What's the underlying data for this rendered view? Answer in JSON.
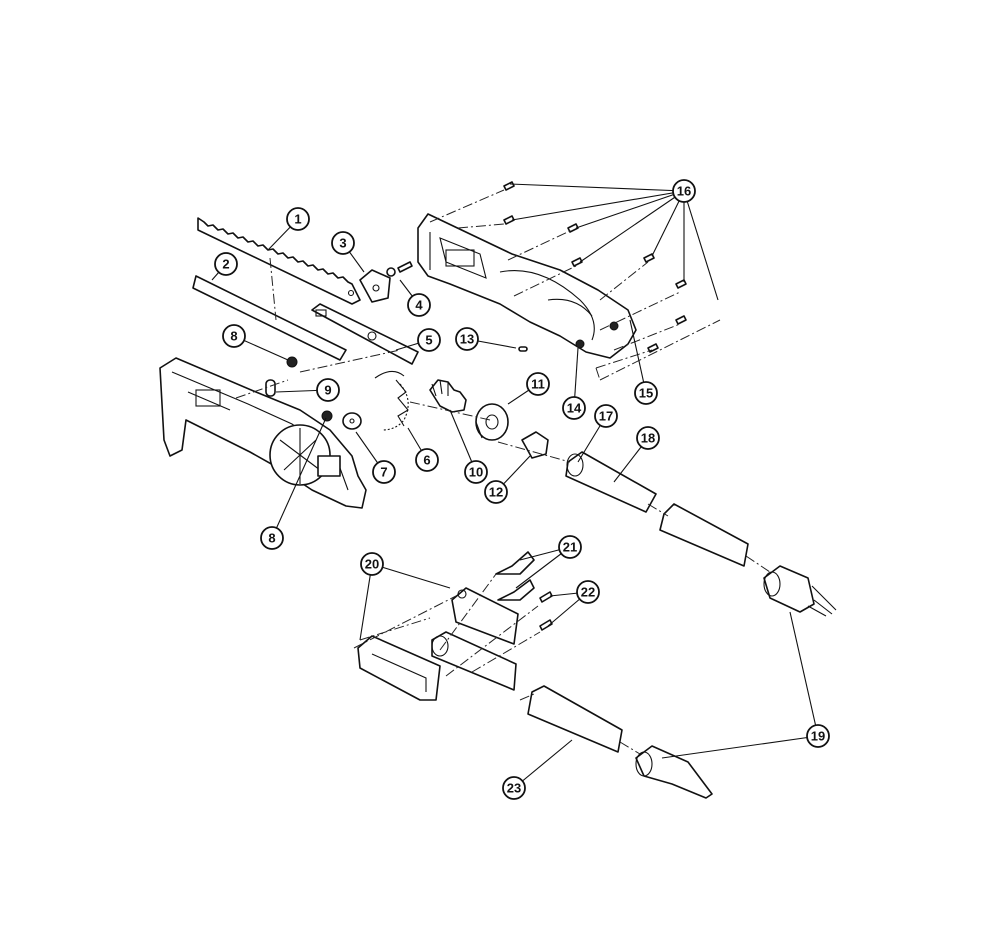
{
  "callouts": {
    "c1": "1",
    "c2": "2",
    "c3": "3",
    "c4": "4",
    "c5": "5",
    "c6": "6",
    "c7": "7",
    "c8a": "8",
    "c8b": "8",
    "c9": "9",
    "c10": "10",
    "c11": "11",
    "c12": "12",
    "c13": "13",
    "c14": "14",
    "c15": "15",
    "c16": "16",
    "c17": "17",
    "c18": "18",
    "c19": "19",
    "c20": "20",
    "c21": "21",
    "c22": "22",
    "c23": "23"
  }
}
